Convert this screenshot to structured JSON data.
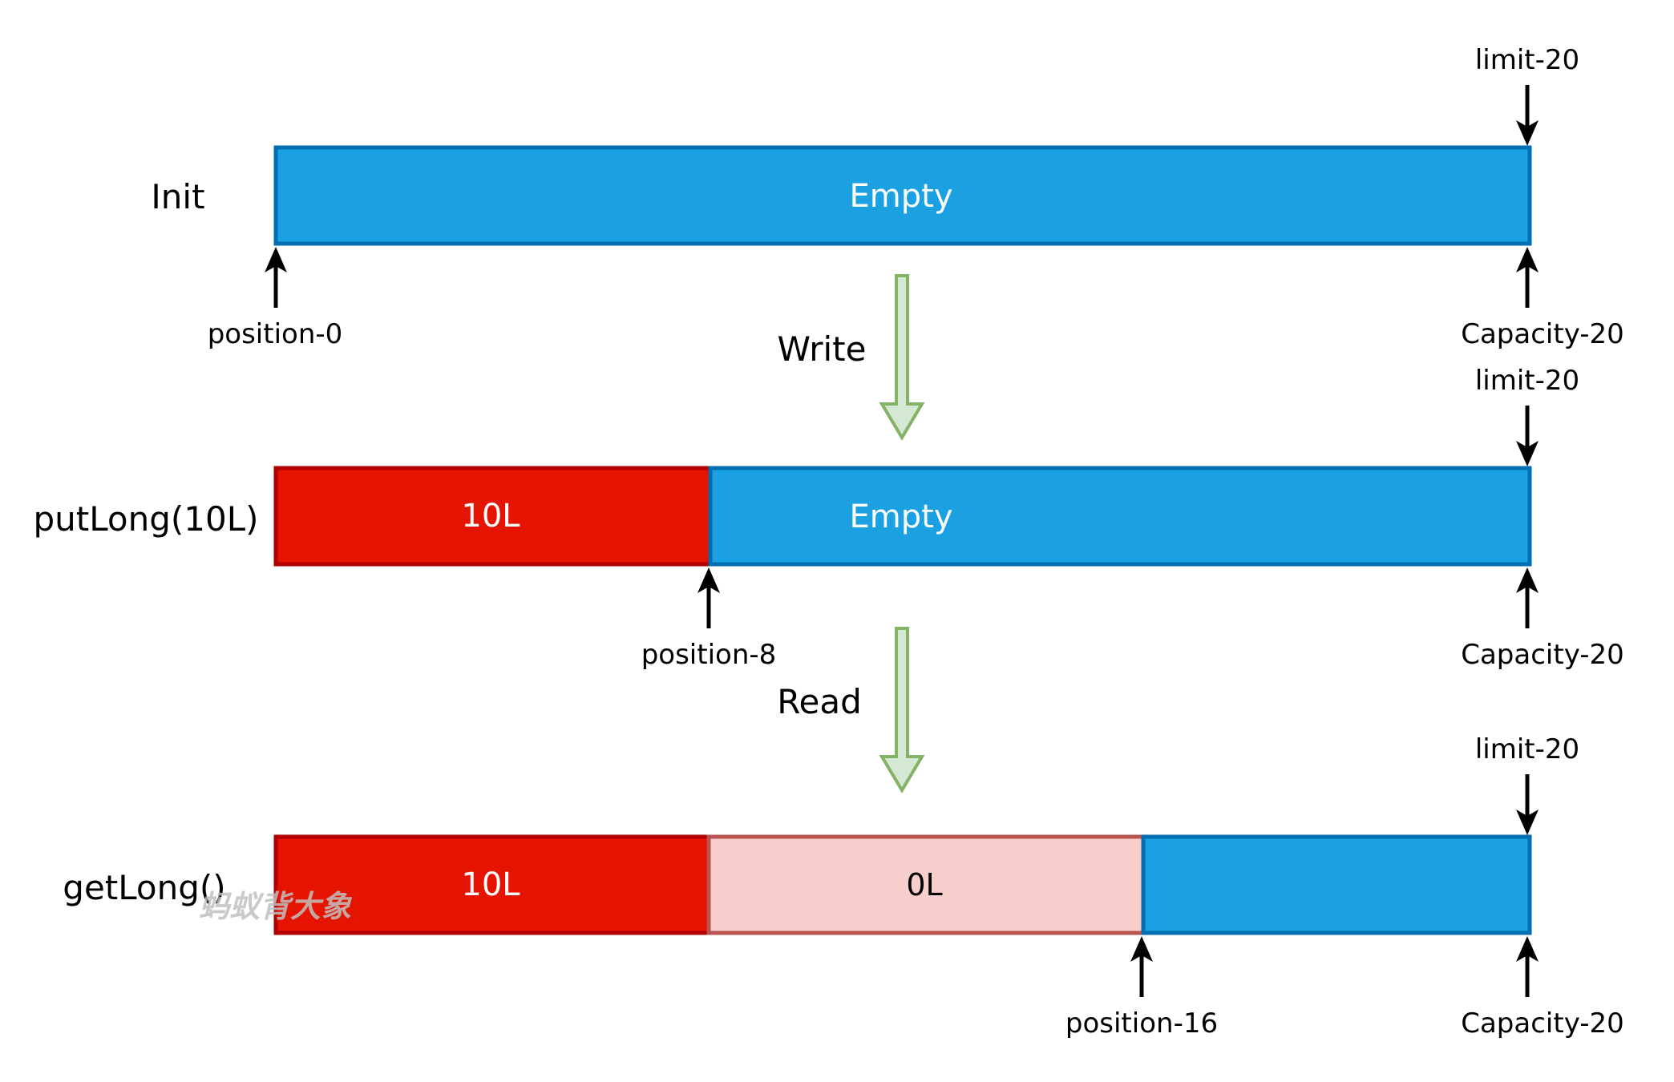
{
  "rows": [
    {
      "label": "Init",
      "segments": [
        "Empty"
      ],
      "limit": "limit-20",
      "position": "position-0",
      "capacity": "Capacity-20"
    },
    {
      "label": "putLong(10L)",
      "segments": [
        "10L",
        "Empty"
      ],
      "limit": "limit-20",
      "position": "position-8",
      "capacity": "Capacity-20"
    },
    {
      "label": "getLong()",
      "segments": [
        "10L",
        "0L",
        ""
      ],
      "limit": "limit-20",
      "position": "position-16",
      "capacity": "Capacity-20"
    }
  ],
  "transitions": [
    "Write",
    "Read"
  ],
  "watermark": "蚂蚁背大象",
  "colors": {
    "empty_fill": "#1ba1e2",
    "empty_stroke": "#006eaf",
    "data_fill": "#e51400",
    "data_stroke": "#b20000",
    "read_fill": "#f8cecc",
    "read_stroke": "#b85450",
    "flow_arrow_fill": "#d5e8d4",
    "flow_arrow_stroke": "#82b366"
  }
}
